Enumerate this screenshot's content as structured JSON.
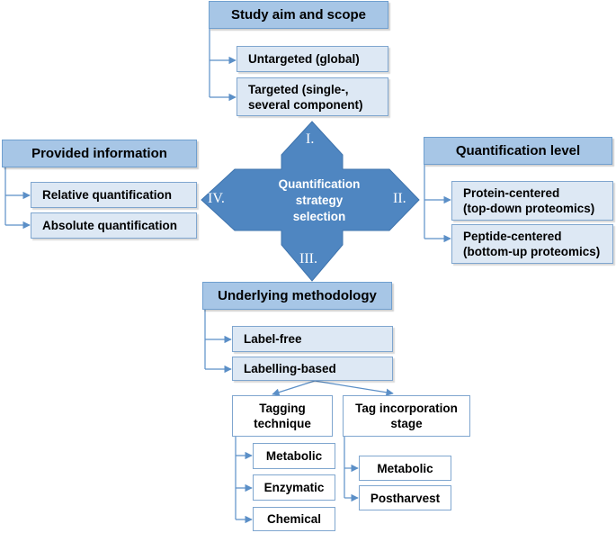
{
  "center": {
    "label": "Quantification\nstrategy\nselection"
  },
  "arrows": {
    "up": "I.",
    "right": "II.",
    "down": "III.",
    "left": "IV."
  },
  "study_aim": {
    "title": "Study aim and scope",
    "items": [
      "Untargeted (global)",
      "Targeted (single-,\nseveral component)"
    ]
  },
  "quant_level": {
    "title": "Quantification level",
    "items": [
      "Protein-centered\n(top-down proteomics)",
      "Peptide-centered\n(bottom-up proteomics)"
    ]
  },
  "provided_info": {
    "title": "Provided information",
    "items": [
      "Relative quantification",
      "Absolute quantification"
    ]
  },
  "methodology": {
    "title": "Underlying methodology",
    "items": [
      "Label-free",
      "Labelling-based"
    ],
    "tagging": {
      "title": "Tagging\ntechnique",
      "items": [
        "Metabolic",
        "Enzymatic",
        "Chemical"
      ]
    },
    "incorporation": {
      "title": "Tag incorporation\nstage",
      "items": [
        "Metabolic",
        "Postharvest"
      ]
    }
  },
  "colors": {
    "header_fill": "#a7c6e6",
    "sub_fill": "#dde8f4",
    "arrow_fill": "#4f86c1",
    "line": "#5b8fc7"
  }
}
